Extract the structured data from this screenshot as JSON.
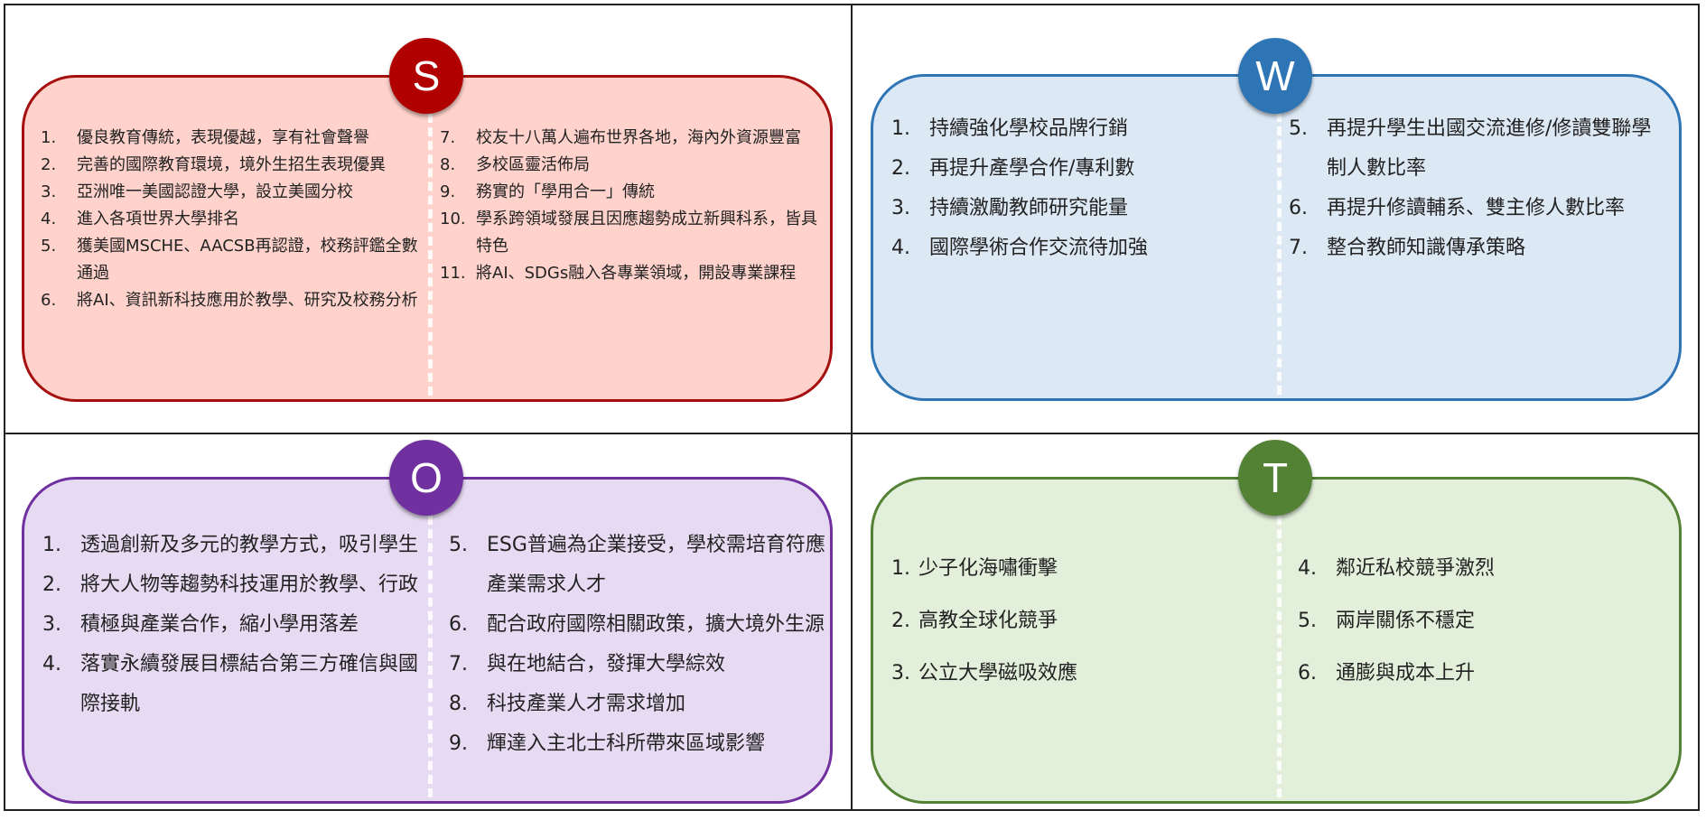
{
  "quadrants": {
    "S": {
      "letter": "S",
      "fill": "#ffd3cc",
      "border": "#a50f0f",
      "badge": "#b00000",
      "left": [
        {
          "n": "1.",
          "t": "優良教育傳統，表現優越，享有社會聲譽"
        },
        {
          "n": "2.",
          "t": "完善的國際教育環境，境外生招生表現優異"
        },
        {
          "n": "3.",
          "t": "亞洲唯一美國認證大學，設立美國分校"
        },
        {
          "n": "4.",
          "t": "進入各項世界大學排名"
        },
        {
          "n": "5.",
          "t": "獲美國MSCHE、AACSB再認證，校務評鑑全數通過"
        },
        {
          "n": "6.",
          "t": "將AI、資訊新科技應用於教學、研究及校務分析"
        }
      ],
      "right": [
        {
          "n": "7.",
          "t": "校友十八萬人遍布世界各地，海內外資源豐富"
        },
        {
          "n": "8.",
          "t": "多校區靈活佈局"
        },
        {
          "n": "9.",
          "t": "務實的「學用合一」傳統"
        },
        {
          "n": "10.",
          "t": "學系跨領域發展且因應趨勢成立新興科系，皆具特色"
        },
        {
          "n": "11.",
          "t": "將AI、SDGs融入各專業領域，開設專業課程"
        }
      ]
    },
    "W": {
      "letter": "W",
      "fill": "#dde8f5",
      "border": "#2e75b6",
      "badge": "#2e75b6",
      "left": [
        {
          "n": "1.",
          "t": "持續強化學校品牌行銷"
        },
        {
          "n": "2.",
          "t": "再提升產學合作/專利數"
        },
        {
          "n": "3.",
          "t": "持續激勵教師研究能量"
        },
        {
          "n": "4.",
          "t": "國際學術合作交流待加強"
        }
      ],
      "right": [
        {
          "n": "5.",
          "t": "再提升學生出國交流進修/修讀雙聯學制人數比率"
        },
        {
          "n": "6.",
          "t": "再提升修讀輔系、雙主修人數比率"
        },
        {
          "n": "7.",
          "t": "整合教師知識傳承策略"
        }
      ]
    },
    "O": {
      "letter": "O",
      "fill": "#e7dbf3",
      "border": "#7030a0",
      "badge": "#7030a0",
      "left": [
        {
          "n": "1.",
          "t": "透過創新及多元的教學方式，吸引學生"
        },
        {
          "n": "2.",
          "t": "將大人物等趨勢科技運用於教學、行政"
        },
        {
          "n": "3.",
          "t": "積極與產業合作，縮小學用落差"
        },
        {
          "n": "4.",
          "t": "落實永續發展目標結合第三方確信與國際接軌"
        }
      ],
      "right": [
        {
          "n": "5.",
          "t": "ESG普遍為企業接受，學校需培育符應產業需求人才"
        },
        {
          "n": "6.",
          "t": "配合政府國際相關政策，擴大境外生源"
        },
        {
          "n": "7.",
          "t": "與在地結合，發揮大學綜效"
        },
        {
          "n": "8.",
          "t": "科技產業人才需求增加"
        },
        {
          "n": "9.",
          "t": "輝達入主北士科所帶來區域影響"
        }
      ]
    },
    "T": {
      "letter": "T",
      "fill": "#e2efda",
      "border": "#548235",
      "badge": "#548235",
      "left": [
        {
          "n": "1.",
          "t": "少子化海嘯衝擊"
        },
        {
          "n": "2.",
          "t": "高教全球化競爭"
        },
        {
          "n": "3.",
          "t": "公立大學磁吸效應"
        }
      ],
      "right": [
        {
          "n": "4.",
          "t": "鄰近私校競爭激烈"
        },
        {
          "n": "5.",
          "t": "兩岸關係不穩定"
        },
        {
          "n": "6.",
          "t": "通膨與成本上升"
        }
      ]
    }
  }
}
